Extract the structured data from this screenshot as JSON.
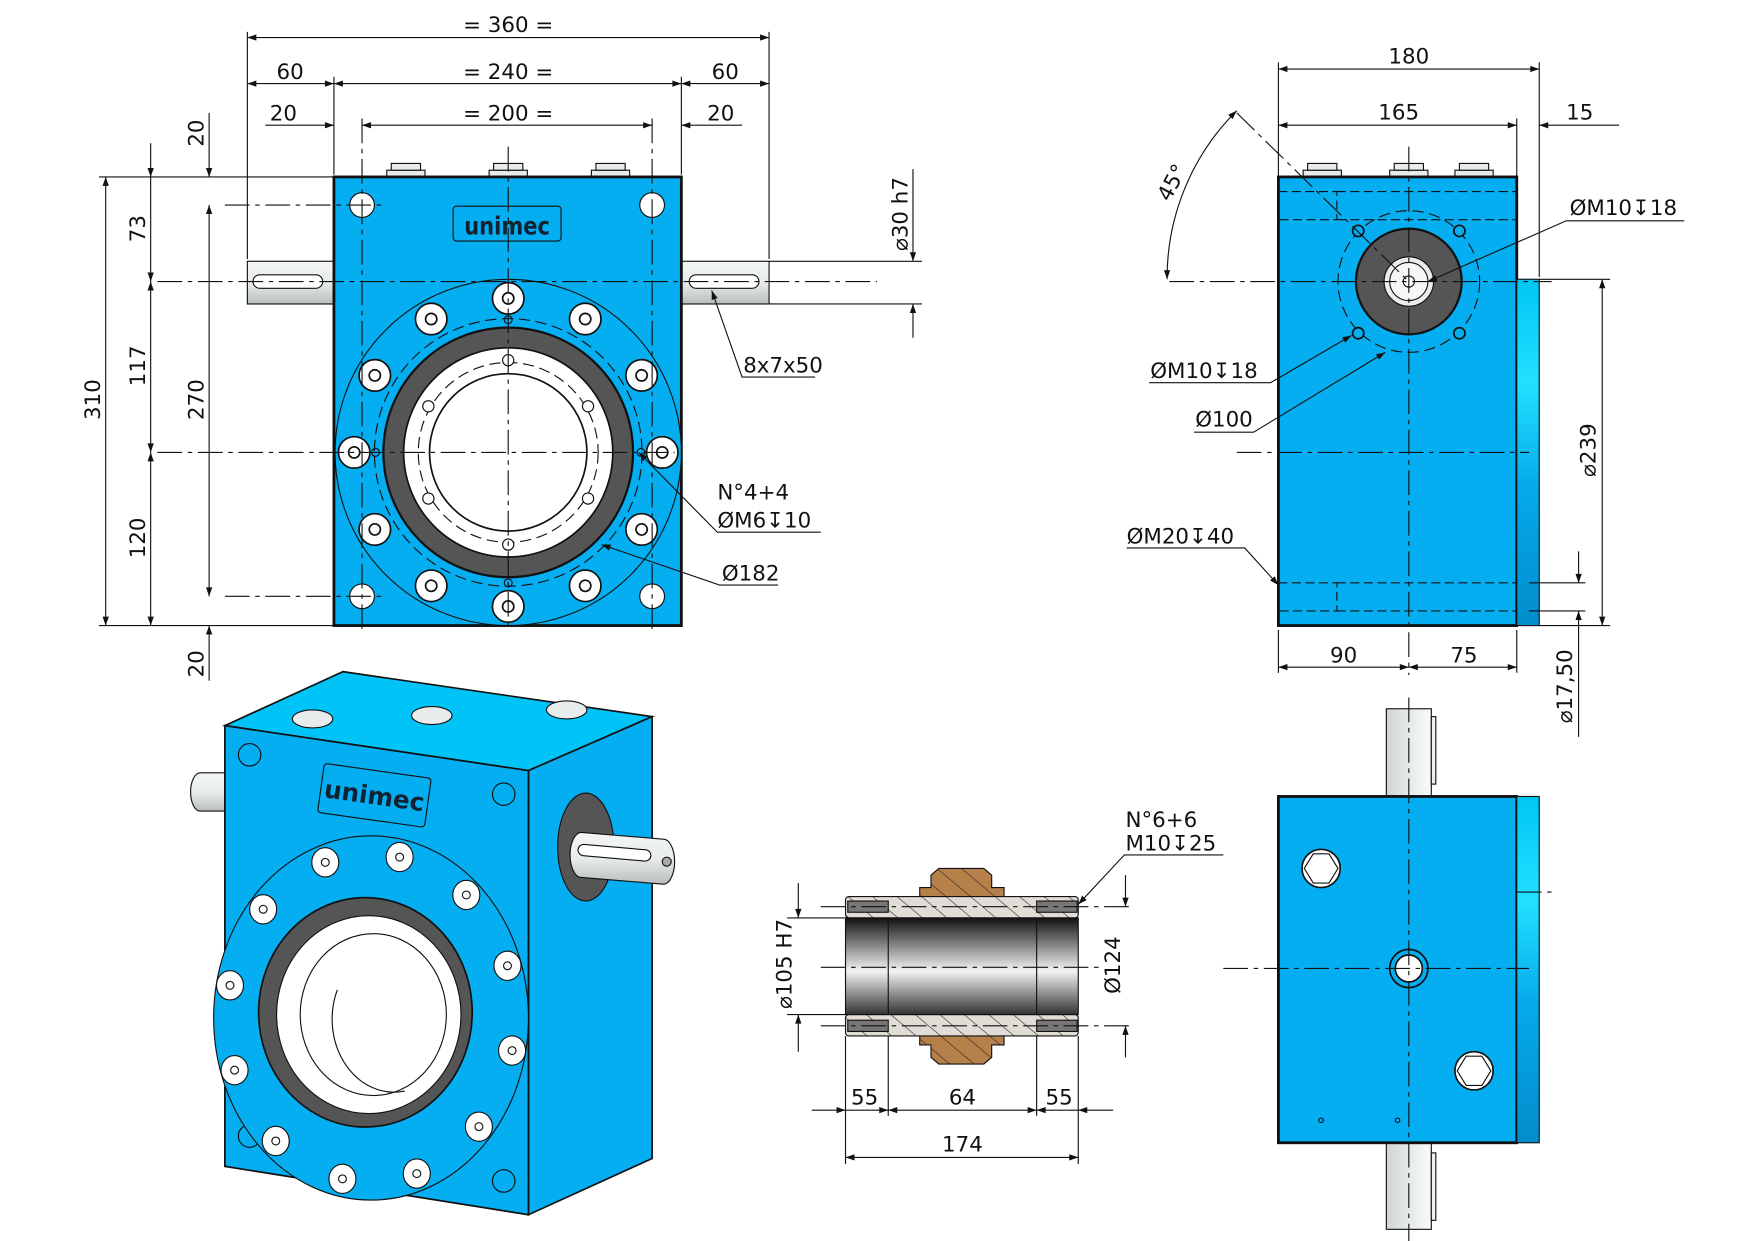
{
  "colors": {
    "body": "#04aef0",
    "body_top": "#00c3f7",
    "body_side": "#0399d6",
    "ring": "#555555",
    "shaft": "#d8dcdc",
    "bronze": "#b5804a"
  },
  "front_view": {
    "logo": "unimec",
    "dims": {
      "overall_width": "= 360 =",
      "left_shaft": "60",
      "center_width": "= 240 =",
      "right_shaft": "60",
      "left_offset": "20",
      "hole_spacing": "= 200 =",
      "right_offset": "20",
      "top_margin": "20",
      "top_to_shaft": "73",
      "shaft_to_center": "117",
      "center_to_bottom": "120",
      "total_height": "310",
      "hole_vertical": "270",
      "bottom_margin": "20",
      "shaft_diameter": "⌀30 h7",
      "key": "8x7x50",
      "holes_count": "N°4+4",
      "holes_thread": "ØM6↧10",
      "flange_diameter": "Ø182"
    }
  },
  "side_view": {
    "dims": {
      "width": "180",
      "body": "165",
      "flange": "15",
      "angle": "45°",
      "thread_top": "ØM10↧18",
      "thread_left": "ØM10↧18",
      "pcd": "Ø100",
      "bottom_thread": "ØM20↧40",
      "flange_diameter": "⌀239",
      "left": "90",
      "right": "75",
      "pilot": "⌀17,50"
    }
  },
  "iso_view": {
    "logo": "unimec"
  },
  "section_view": {
    "dims": {
      "holes_count": "N°6+6",
      "holes_thread": "M10↧25",
      "bore": "⌀105 H7",
      "outer": "Ø124",
      "left_len": "55",
      "mid_len": "64",
      "right_len": "55",
      "total_len": "174"
    }
  }
}
